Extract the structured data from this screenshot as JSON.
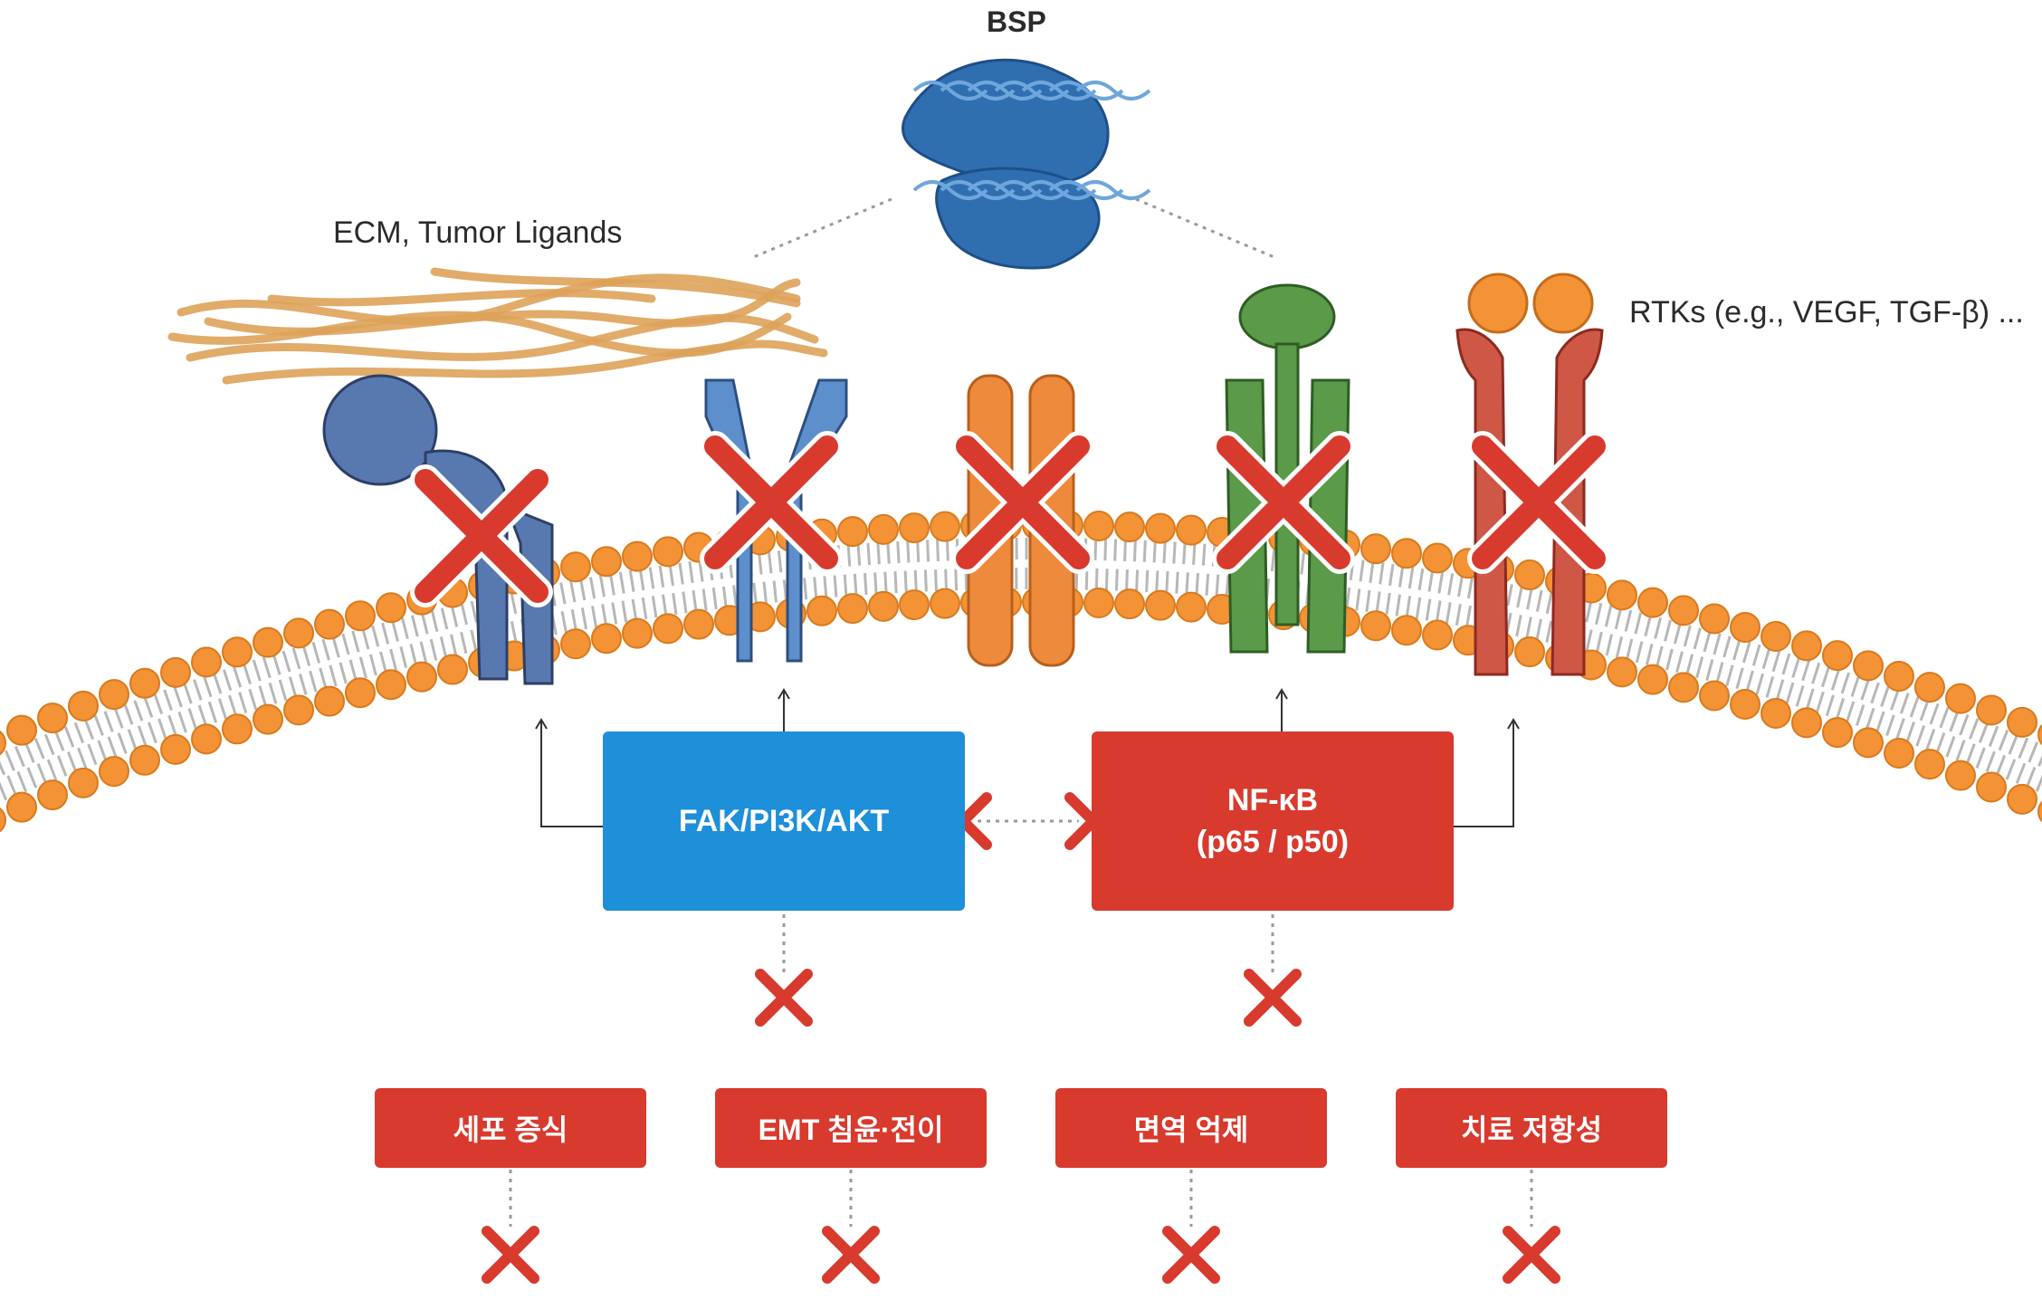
{
  "labels": {
    "bsp": "BSP",
    "ecm": "ECM, Tumor Ligands",
    "rtks": "RTKs (e.g., VEGF, TGF-β) ..."
  },
  "pathways": {
    "fak": "FAK/PI3K/AKT",
    "nfkb_line1": "NF-κB",
    "nfkb_line2": "(p65 / p50)"
  },
  "outcomes": [
    {
      "label": "세포 증식"
    },
    {
      "label": "EMT 침윤·전이"
    },
    {
      "label": "면역 억제"
    },
    {
      "label": "치료 저항성"
    }
  ],
  "colors": {
    "membrane_head": "#f39336",
    "membrane_head_stroke": "#d97a1e",
    "fiber": "#dea25a",
    "integrin_blue": "#5878b0",
    "receptor_blue": "#5d8fcc",
    "receptor_orange": "#ee8a3c",
    "receptor_green": "#5a9a48",
    "receptor_red": "#cf5746",
    "rtk_ligand": "#f39336",
    "x_mark": "#d83a2e",
    "fak_box": "#1e8fd9",
    "nfkb_box": "#d83a2e",
    "outcome_box": "#d83a2e",
    "protein": "#2f6fb0"
  },
  "icons": [
    "protein-structure-icon",
    "ecm-fiber-icon",
    "integrin-receptor-icon",
    "inhibition-x-icon",
    "arrow-up-icon"
  ]
}
